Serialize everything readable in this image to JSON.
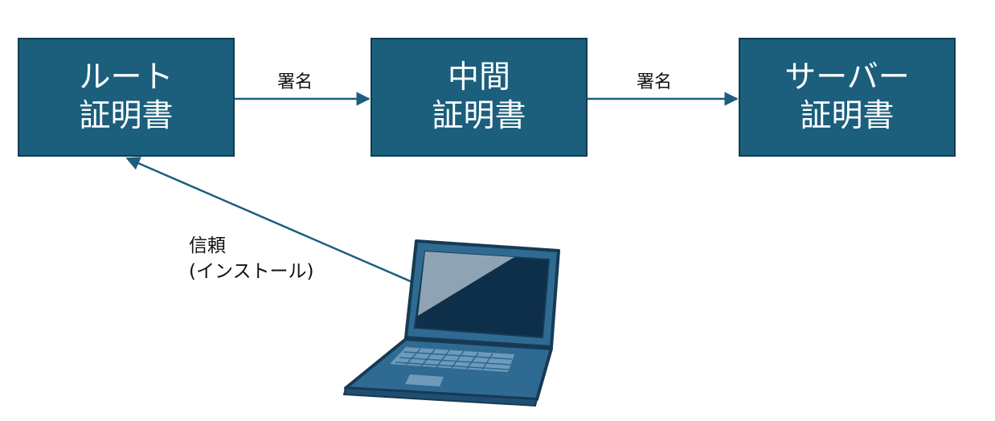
{
  "certificates": {
    "root": {
      "line1": "ルート",
      "line2": "証明書"
    },
    "intermediate": {
      "line1": "中間",
      "line2": "証明書"
    },
    "server": {
      "line1": "サーバー",
      "line2": "証明書"
    }
  },
  "edges": {
    "root_to_intermediate": "署名",
    "intermediate_to_server": "署名",
    "client_to_root": {
      "line1": "信頼",
      "line2": "(インストール)"
    }
  },
  "icons": {
    "client": "laptop-icon"
  },
  "colors": {
    "box_fill": "#1b5f7c",
    "box_border": "#0f3d52",
    "arrow": "#1b5f7c",
    "laptop_body": "#2f6a92",
    "laptop_screen": "#0e2f4a"
  }
}
